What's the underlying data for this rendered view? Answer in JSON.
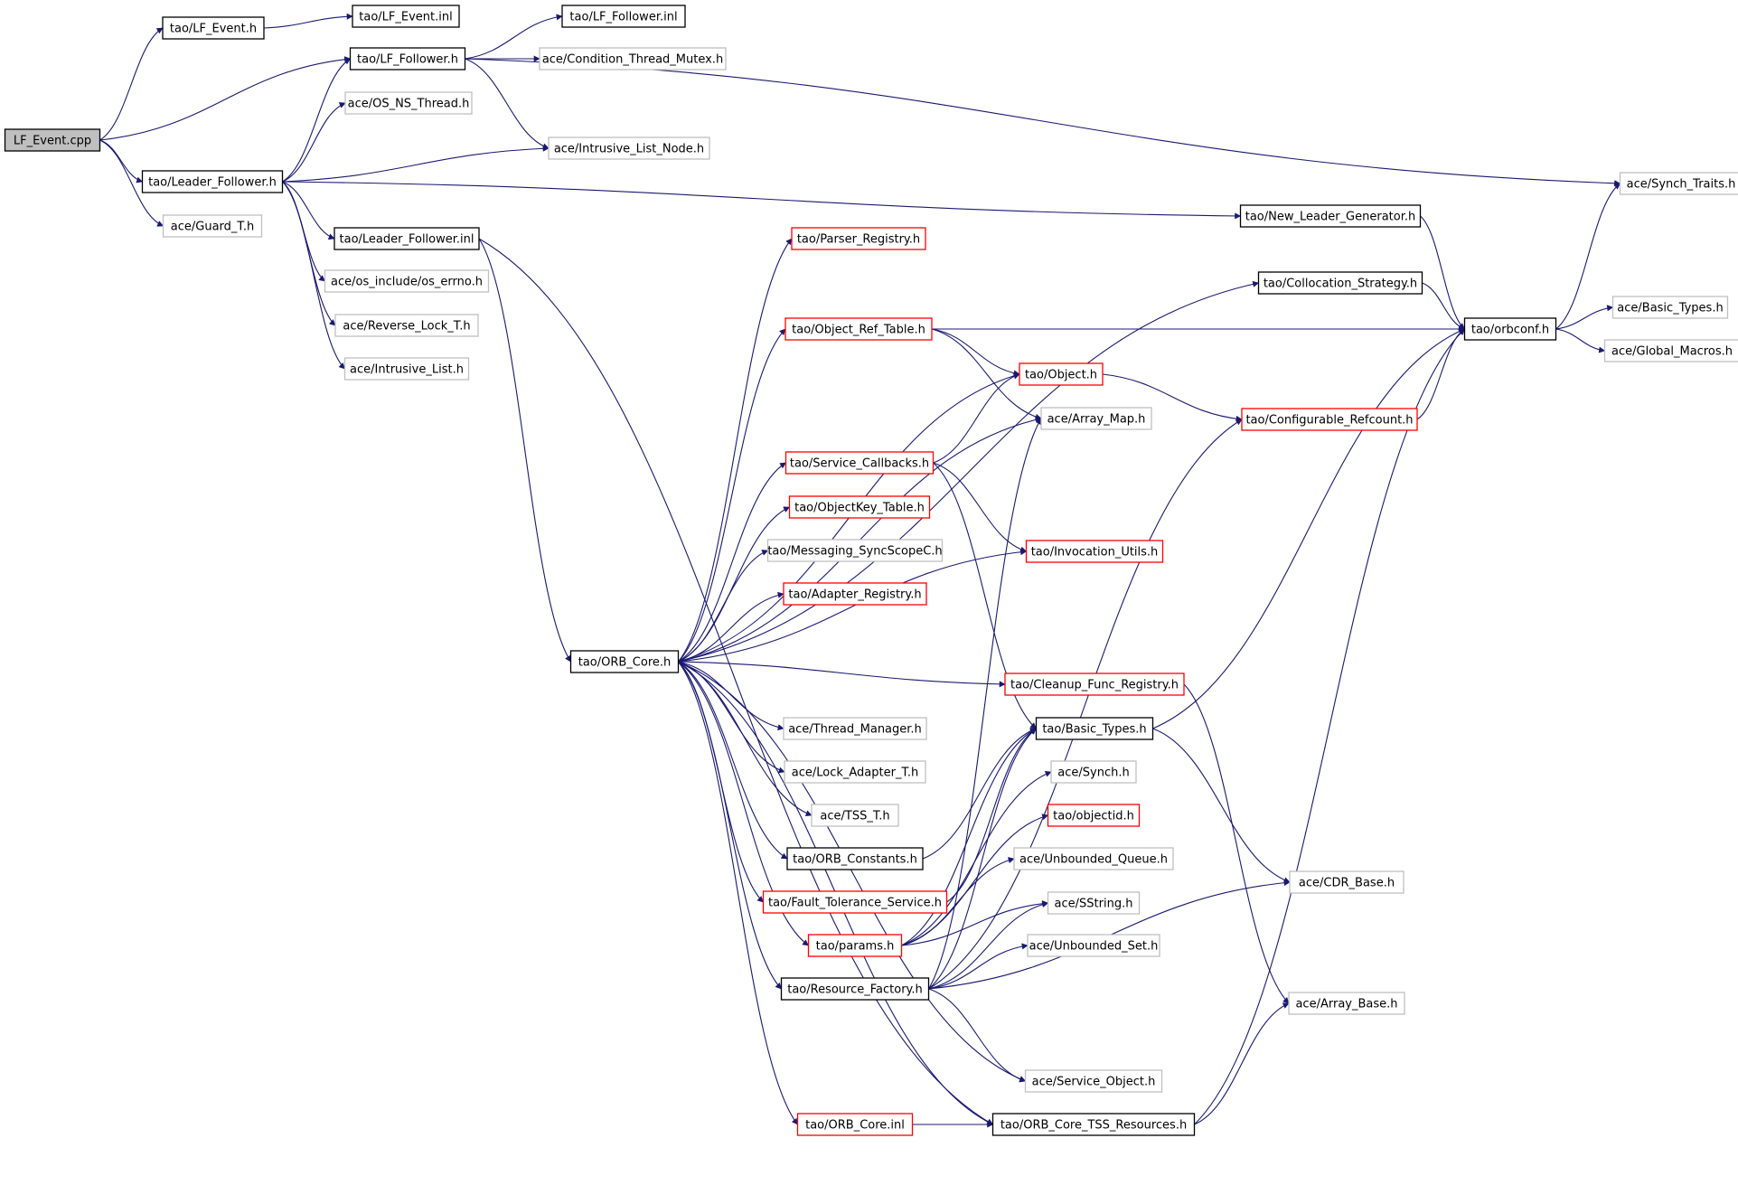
{
  "colors": {
    "edge": "#191970",
    "border_documented": "#000000",
    "border_undocumented": "#bfbfbf",
    "border_truncated": "#ff0000",
    "root_fill": "#bfbfbf",
    "background": "#ffffff"
  },
  "nodes": [
    {
      "id": "lf_event_cpp",
      "label": "LF_Event.cpp",
      "style": "root"
    },
    {
      "id": "tao_lf_event_h",
      "label": "tao/LF_Event.h",
      "style": "documented"
    },
    {
      "id": "tao_lf_event_inl",
      "label": "tao/LF_Event.inl",
      "style": "documented"
    },
    {
      "id": "tao_lf_follower_h",
      "label": "tao/LF_Follower.h",
      "style": "documented"
    },
    {
      "id": "tao_lf_follower_inl",
      "label": "tao/LF_Follower.inl",
      "style": "documented"
    },
    {
      "id": "ace_condition_thread_mutex_h",
      "label": "ace/Condition_Thread_Mutex.h",
      "style": "undocumented"
    },
    {
      "id": "ace_os_ns_thread_h",
      "label": "ace/OS_NS_Thread.h",
      "style": "undocumented"
    },
    {
      "id": "ace_intrusive_list_node_h",
      "label": "ace/Intrusive_List_Node.h",
      "style": "undocumented"
    },
    {
      "id": "tao_leader_follower_h",
      "label": "tao/Leader_Follower.h",
      "style": "documented"
    },
    {
      "id": "ace_guard_t_h",
      "label": "ace/Guard_T.h",
      "style": "undocumented"
    },
    {
      "id": "tao_leader_follower_inl",
      "label": "tao/Leader_Follower.inl",
      "style": "documented"
    },
    {
      "id": "ace_os_include_os_errno_h",
      "label": "ace/os_include/os_errno.h",
      "style": "undocumented"
    },
    {
      "id": "ace_reverse_lock_t_h",
      "label": "ace/Reverse_Lock_T.h",
      "style": "undocumented"
    },
    {
      "id": "ace_intrusive_list_h",
      "label": "ace/Intrusive_List.h",
      "style": "undocumented"
    },
    {
      "id": "ace_synch_traits_h",
      "label": "ace/Synch_Traits.h",
      "style": "undocumented"
    },
    {
      "id": "tao_new_leader_generator_h",
      "label": "tao/New_Leader_Generator.h",
      "style": "documented"
    },
    {
      "id": "tao_parser_registry_h",
      "label": "tao/Parser_Registry.h",
      "style": "truncated"
    },
    {
      "id": "tao_collocation_strategy_h",
      "label": "tao/Collocation_Strategy.h",
      "style": "documented"
    },
    {
      "id": "ace_basic_types_h",
      "label": "ace/Basic_Types.h",
      "style": "undocumented"
    },
    {
      "id": "tao_object_ref_table_h",
      "label": "tao/Object_Ref_Table.h",
      "style": "truncated"
    },
    {
      "id": "tao_orbconf_h",
      "label": "tao/orbconf.h",
      "style": "documented"
    },
    {
      "id": "ace_global_macros_h",
      "label": "ace/Global_Macros.h",
      "style": "undocumented"
    },
    {
      "id": "tao_object_h",
      "label": "tao/Object.h",
      "style": "truncated"
    },
    {
      "id": "ace_array_map_h",
      "label": "ace/Array_Map.h",
      "style": "undocumented"
    },
    {
      "id": "tao_configurable_refcount_h",
      "label": "tao/Configurable_Refcount.h",
      "style": "truncated"
    },
    {
      "id": "tao_service_callbacks_h",
      "label": "tao/Service_Callbacks.h",
      "style": "truncated"
    },
    {
      "id": "tao_objectkey_table_h",
      "label": "tao/ObjectKey_Table.h",
      "style": "truncated"
    },
    {
      "id": "tao_messaging_syncscopec_h",
      "label": "tao/Messaging_SyncScopeC.h",
      "style": "undocumented"
    },
    {
      "id": "tao_invocation_utils_h",
      "label": "tao/Invocation_Utils.h",
      "style": "truncated"
    },
    {
      "id": "tao_adapter_registry_h",
      "label": "tao/Adapter_Registry.h",
      "style": "truncated"
    },
    {
      "id": "tao_orb_core_h",
      "label": "tao/ORB_Core.h",
      "style": "documented"
    },
    {
      "id": "tao_cleanup_func_registry_h",
      "label": "tao/Cleanup_Func_Registry.h",
      "style": "truncated"
    },
    {
      "id": "ace_thread_manager_h",
      "label": "ace/Thread_Manager.h",
      "style": "undocumented"
    },
    {
      "id": "tao_basic_types_h",
      "label": "tao/Basic_Types.h",
      "style": "documented"
    },
    {
      "id": "ace_lock_adapter_t_h",
      "label": "ace/Lock_Adapter_T.h",
      "style": "undocumented"
    },
    {
      "id": "ace_synch_h",
      "label": "ace/Synch.h",
      "style": "undocumented"
    },
    {
      "id": "ace_tss_t_h",
      "label": "ace/TSS_T.h",
      "style": "undocumented"
    },
    {
      "id": "tao_objectid_h",
      "label": "tao/objectid.h",
      "style": "truncated"
    },
    {
      "id": "tao_orb_constants_h",
      "label": "tao/ORB_Constants.h",
      "style": "documented"
    },
    {
      "id": "ace_unbounded_queue_h",
      "label": "ace/Unbounded_Queue.h",
      "style": "undocumented"
    },
    {
      "id": "ace_cdr_base_h",
      "label": "ace/CDR_Base.h",
      "style": "undocumented"
    },
    {
      "id": "tao_fault_tolerance_service_h",
      "label": "tao/Fault_Tolerance_Service.h",
      "style": "truncated"
    },
    {
      "id": "ace_sstring_h",
      "label": "ace/SString.h",
      "style": "undocumented"
    },
    {
      "id": "tao_params_h",
      "label": "tao/params.h",
      "style": "truncated"
    },
    {
      "id": "ace_unbounded_set_h",
      "label": "ace/Unbounded_Set.h",
      "style": "undocumented"
    },
    {
      "id": "tao_resource_factory_h",
      "label": "tao/Resource_Factory.h",
      "style": "documented"
    },
    {
      "id": "ace_array_base_h",
      "label": "ace/Array_Base.h",
      "style": "undocumented"
    },
    {
      "id": "ace_service_object_h",
      "label": "ace/Service_Object.h",
      "style": "undocumented"
    },
    {
      "id": "tao_orb_core_inl",
      "label": "tao/ORB_Core.inl",
      "style": "truncated"
    },
    {
      "id": "tao_orb_core_tss_resources_h",
      "label": "tao/ORB_Core_TSS_Resources.h",
      "style": "documented"
    }
  ],
  "edges": [
    [
      "lf_event_cpp",
      "tao_lf_event_h"
    ],
    [
      "lf_event_cpp",
      "tao_lf_follower_h"
    ],
    [
      "lf_event_cpp",
      "tao_leader_follower_h"
    ],
    [
      "lf_event_cpp",
      "ace_guard_t_h"
    ],
    [
      "tao_lf_event_h",
      "tao_lf_event_inl"
    ],
    [
      "tao_lf_follower_h",
      "tao_lf_follower_inl"
    ],
    [
      "tao_lf_follower_h",
      "ace_condition_thread_mutex_h"
    ],
    [
      "tao_lf_follower_h",
      "ace_intrusive_list_node_h"
    ],
    [
      "tao_lf_follower_h",
      "ace_synch_traits_h"
    ],
    [
      "tao_leader_follower_h",
      "tao_lf_follower_h"
    ],
    [
      "tao_leader_follower_h",
      "ace_os_ns_thread_h"
    ],
    [
      "tao_leader_follower_h",
      "ace_intrusive_list_node_h"
    ],
    [
      "tao_leader_follower_h",
      "tao_new_leader_generator_h"
    ],
    [
      "tao_leader_follower_h",
      "tao_leader_follower_inl"
    ],
    [
      "tao_leader_follower_h",
      "ace_os_include_os_errno_h"
    ],
    [
      "tao_leader_follower_h",
      "ace_reverse_lock_t_h"
    ],
    [
      "tao_leader_follower_h",
      "ace_intrusive_list_h"
    ],
    [
      "tao_leader_follower_inl",
      "tao_orb_core_h"
    ],
    [
      "tao_leader_follower_inl",
      "tao_orb_core_tss_resources_h"
    ],
    [
      "tao_new_leader_generator_h",
      "tao_orbconf_h"
    ],
    [
      "tao_collocation_strategy_h",
      "tao_orbconf_h"
    ],
    [
      "tao_orbconf_h",
      "ace_synch_traits_h"
    ],
    [
      "tao_orbconf_h",
      "ace_basic_types_h"
    ],
    [
      "tao_orbconf_h",
      "ace_global_macros_h"
    ],
    [
      "tao_object_ref_table_h",
      "tao_orbconf_h"
    ],
    [
      "tao_object_ref_table_h",
      "tao_object_h"
    ],
    [
      "tao_object_ref_table_h",
      "ace_array_map_h"
    ],
    [
      "tao_object_h",
      "tao_configurable_refcount_h"
    ],
    [
      "tao_configurable_refcount_h",
      "tao_orbconf_h"
    ],
    [
      "tao_service_callbacks_h",
      "tao_object_h"
    ],
    [
      "tao_service_callbacks_h",
      "tao_invocation_utils_h"
    ],
    [
      "tao_service_callbacks_h",
      "tao_basic_types_h"
    ],
    [
      "tao_orb_core_h",
      "tao_parser_registry_h"
    ],
    [
      "tao_orb_core_h",
      "tao_collocation_strategy_h"
    ],
    [
      "tao_orb_core_h",
      "tao_object_ref_table_h"
    ],
    [
      "tao_orb_core_h",
      "tao_object_h"
    ],
    [
      "tao_orb_core_h",
      "ace_array_map_h"
    ],
    [
      "tao_orb_core_h",
      "tao_service_callbacks_h"
    ],
    [
      "tao_orb_core_h",
      "tao_objectkey_table_h"
    ],
    [
      "tao_orb_core_h",
      "tao_messaging_syncscopec_h"
    ],
    [
      "tao_orb_core_h",
      "tao_adapter_registry_h"
    ],
    [
      "tao_orb_core_h",
      "tao_invocation_utils_h"
    ],
    [
      "tao_orb_core_h",
      "tao_cleanup_func_registry_h"
    ],
    [
      "tao_orb_core_h",
      "ace_thread_manager_h"
    ],
    [
      "tao_orb_core_h",
      "ace_lock_adapter_t_h"
    ],
    [
      "tao_orb_core_h",
      "ace_tss_t_h"
    ],
    [
      "tao_orb_core_h",
      "tao_orb_constants_h"
    ],
    [
      "tao_orb_core_h",
      "tao_fault_tolerance_service_h"
    ],
    [
      "tao_orb_core_h",
      "tao_params_h"
    ],
    [
      "tao_orb_core_h",
      "tao_resource_factory_h"
    ],
    [
      "tao_orb_core_h",
      "ace_service_object_h"
    ],
    [
      "tao_orb_core_h",
      "tao_orb_core_inl"
    ],
    [
      "tao_orb_core_h",
      "tao_orb_core_tss_resources_h"
    ],
    [
      "tao_cleanup_func_registry_h",
      "ace_array_base_h"
    ],
    [
      "tao_basic_types_h",
      "tao_orbconf_h"
    ],
    [
      "tao_basic_types_h",
      "ace_cdr_base_h"
    ],
    [
      "tao_orb_constants_h",
      "tao_basic_types_h"
    ],
    [
      "tao_fault_tolerance_service_h",
      "tao_basic_types_h"
    ],
    [
      "tao_params_h",
      "tao_basic_types_h"
    ],
    [
      "tao_params_h",
      "ace_synch_h"
    ],
    [
      "tao_params_h",
      "tao_objectid_h"
    ],
    [
      "tao_params_h",
      "ace_unbounded_queue_h"
    ],
    [
      "tao_params_h",
      "ace_sstring_h"
    ],
    [
      "tao_resource_factory_h",
      "tao_basic_types_h"
    ],
    [
      "tao_resource_factory_h",
      "ace_sstring_h"
    ],
    [
      "tao_resource_factory_h",
      "ace_unbounded_set_h"
    ],
    [
      "tao_resource_factory_h",
      "ace_array_map_h"
    ],
    [
      "tao_resource_factory_h",
      "tao_configurable_refcount_h"
    ],
    [
      "tao_resource_factory_h",
      "ace_cdr_base_h"
    ],
    [
      "tao_resource_factory_h",
      "ace_service_object_h"
    ],
    [
      "tao_orb_core_inl",
      "tao_orb_core_tss_resources_h"
    ],
    [
      "tao_orb_core_tss_resources_h",
      "tao_orbconf_h"
    ],
    [
      "tao_orb_core_tss_resources_h",
      "ace_array_base_h"
    ]
  ]
}
